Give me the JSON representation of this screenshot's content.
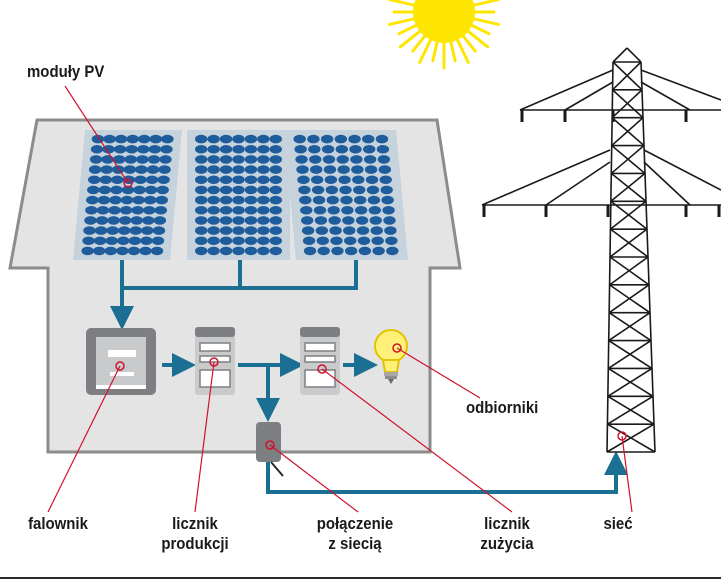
{
  "labels": {
    "pv_modules": "moduły PV",
    "inverter": "falownik",
    "production_meter": [
      "licznik",
      "produkcji"
    ],
    "grid_connection": [
      "połączenie",
      "z siecią"
    ],
    "consumption_meter": [
      "licznik",
      "zużycia"
    ],
    "grid": "sieć",
    "loads": "odbiorniki"
  },
  "colors": {
    "house_fill": "#e4e4e5",
    "house_outline": "#8c8c8c",
    "panel_frame": "#c6d3dd",
    "panel_cell": "#1f5c9b",
    "flow_line": "#1b6f92",
    "callout": "#d1122f",
    "sun": "#ffe600",
    "tower": "#1a1a1a",
    "device_dark": "#7d7f82",
    "device_light": "#c9cacc"
  }
}
